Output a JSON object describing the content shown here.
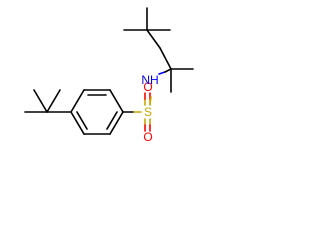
{
  "atoms": {
    "sulfur": {
      "label": "S",
      "color": "#c8a600"
    },
    "oxygen_upper": {
      "label": "O",
      "color": "#ff0000"
    },
    "oxygen_lower": {
      "label": "O",
      "color": "#ff0000"
    },
    "nitrogen": {
      "label": "NH",
      "color": "#0000ff"
    }
  },
  "bond_colors": {
    "carbon": "#000000",
    "sulfur": "#c8a600",
    "oxygen": "#ff0000",
    "nitrogen": "#0000ff"
  }
}
